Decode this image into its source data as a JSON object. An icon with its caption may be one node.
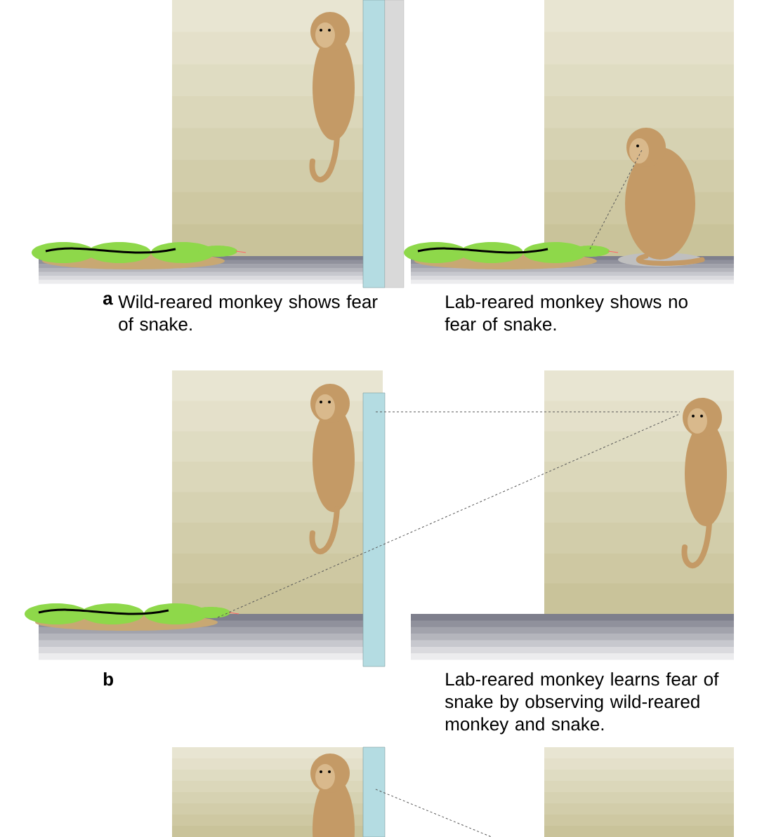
{
  "diagram": {
    "labels": [
      "a",
      "Wild-reared monkey shows fear of snake.",
      "Lab-reared monkey shows no fear of snake.",
      "b",
      "Lab-reared monkey learns fear of snake by observing wild-reared monkey and snake."
    ]
  }
}
